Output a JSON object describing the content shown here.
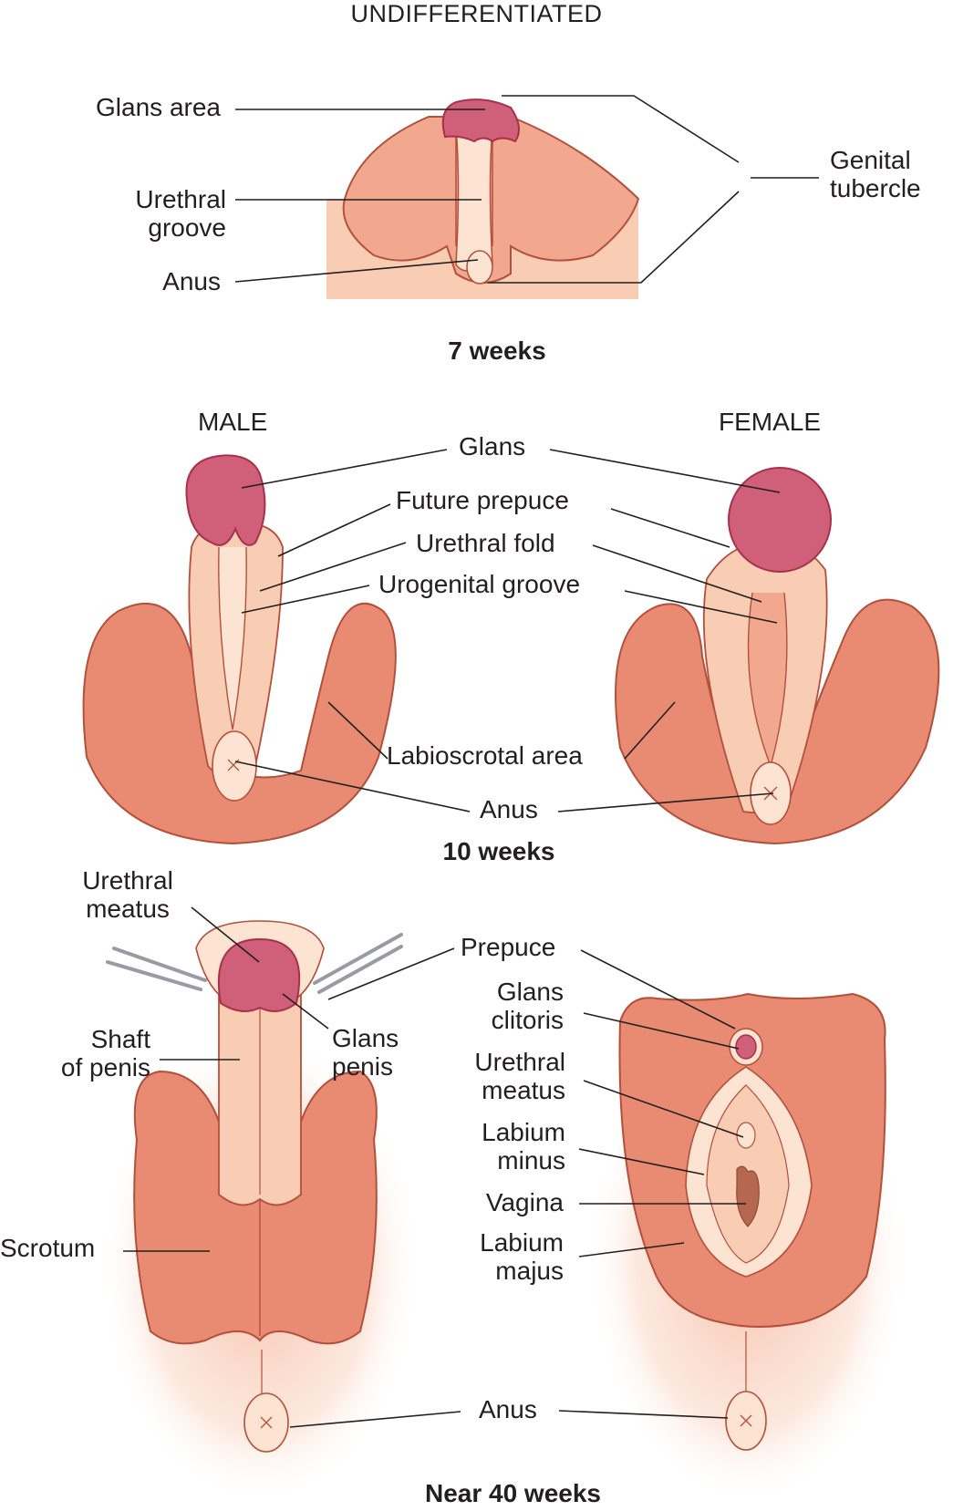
{
  "colors": {
    "skin_dark": "#e98a72",
    "skin_mid": "#f2a88f",
    "skin_light": "#f9cdb4",
    "skin_pale": "#fde3d2",
    "glans": "#d0607a",
    "glans_edge": "#a8304a",
    "outline": "#b2503c",
    "leader": "#231f20",
    "instrument": "#9a9aa4",
    "vagina": "#b5684f"
  },
  "sections": {
    "undifferentiated": {
      "heading": "UNDIFFERENTIATED",
      "caption": "7 weeks",
      "labels": {
        "glans_area": "Glans area",
        "urethral_groove": "Urethral\ngroove",
        "anus": "Anus",
        "genital_tubercle": "Genital\ntubercle"
      }
    },
    "week10": {
      "male_heading": "MALE",
      "female_heading": "FEMALE",
      "caption": "10 weeks",
      "labels": {
        "glans": "Glans",
        "future_prepuce": "Future prepuce",
        "urethral_fold": "Urethral fold",
        "urogenital_groove": "Urogenital groove",
        "labioscrotal_area": "Labioscrotal area",
        "anus": "Anus"
      }
    },
    "week40": {
      "caption": "Near 40 weeks",
      "male_labels": {
        "urethral_meatus": "Urethral\nmeatus",
        "shaft_of_penis": "Shaft\nof penis",
        "glans_penis": "Glans\npenis",
        "scrotum": "Scrotum"
      },
      "female_labels": {
        "prepuce": "Prepuce",
        "glans_clitoris": "Glans\nclitoris",
        "urethral_meatus": "Urethral\nmeatus",
        "labium_minus": "Labium\nminus",
        "vagina": "Vagina",
        "labium_majus": "Labium\nmajus"
      },
      "shared_labels": {
        "anus": "Anus"
      }
    }
  }
}
